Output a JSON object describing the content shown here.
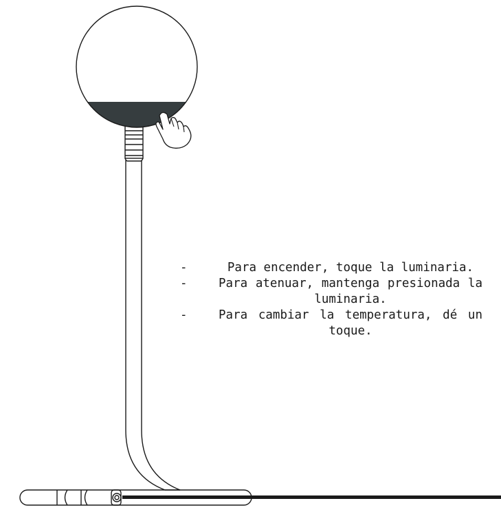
{
  "instructions": {
    "items": [
      "Para encender, toque la luminaria.",
      "Para atenuar, mantenga presionada la luminaria.",
      "Para cambiar la temperatura, dé un toque."
    ],
    "bullet": "-"
  },
  "icons": {
    "globe": "lamp-globe-icon",
    "touch": "touch-hand-icon",
    "base": "lamp-base-icon",
    "cable": "power-cable-icon"
  },
  "colors": {
    "line": "#1a1a1a",
    "touch_band": "#363d3f",
    "background": "#ffffff"
  }
}
